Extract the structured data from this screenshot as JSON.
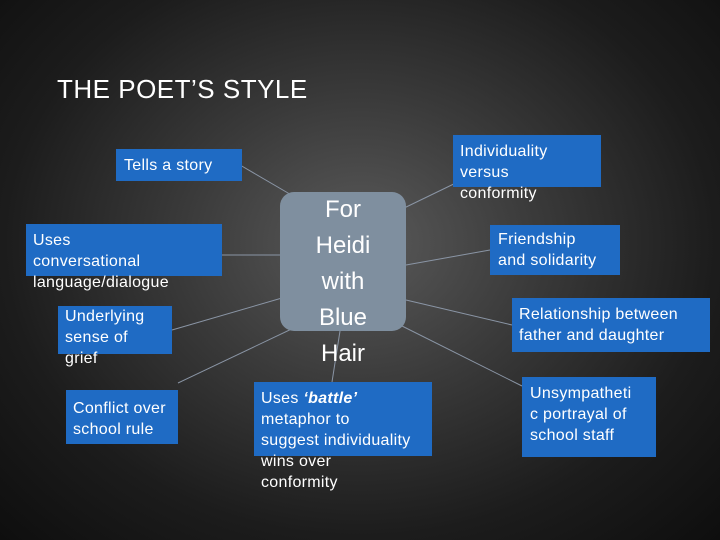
{
  "slide": {
    "title": "THE POET’S STYLE"
  },
  "center": {
    "text": "For\nHeidi\nwith\nBlue\nHair"
  },
  "nodes": {
    "tells_story": "Tells a story",
    "conversational": "Uses\nconversational\nlanguage/dialogue",
    "grief": "Underlying\nsense of\ngrief",
    "conflict": "Conflict over\nschool rule",
    "battle_prefix": "Uses ",
    "battle_word": "‘battle’",
    "battle_rest": "\nmetaphor to\nsuggest individuality\nwins over\nconformity",
    "individuality": "Individuality\nversus\nconformity",
    "friendship": "Friendship\nand solidarity",
    "relationship": "Relationship between\nfather and daughter",
    "staff": "Unsympatheti\nc portrayal of\nschool staff"
  },
  "colors": {
    "node_fill": "#1f6bc4",
    "center_fill": "#7f8f9f",
    "connector": "#8a95a5"
  }
}
